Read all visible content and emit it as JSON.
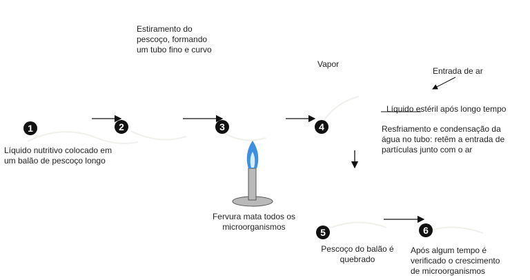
{
  "steps": [
    {
      "number": "1",
      "caption": "Líquido nutritivo colocado em\num balão de pescoço longo"
    },
    {
      "number": "2",
      "caption": "Estiramento do\npescoço, formando\num tubo fino e curvo"
    },
    {
      "number": "3",
      "caption": "Fervura mata todos os\nmicroorganismos"
    },
    {
      "number": "4",
      "caption": "Vapor"
    },
    {
      "number": "5",
      "caption": "Pescoço do balão é\nquebrado"
    },
    {
      "number": "6",
      "caption": "Após algum tempo é\nverificado o crescimento\nde microorganismos"
    }
  ],
  "labels": {
    "air_inlet": "Entrada de ar",
    "sterile_liquid": "Líquido estéril após longo tempo",
    "cooling": "Resfriamento e condensação da\nágua no tubo: retêm a entrada de\npartículas junto com o ar"
  },
  "colors": {
    "flame_outer": "#3f8fe0",
    "flame_inner": "#d6ecff",
    "burner": "#b9b9b9",
    "burner_stroke": "#555555"
  }
}
